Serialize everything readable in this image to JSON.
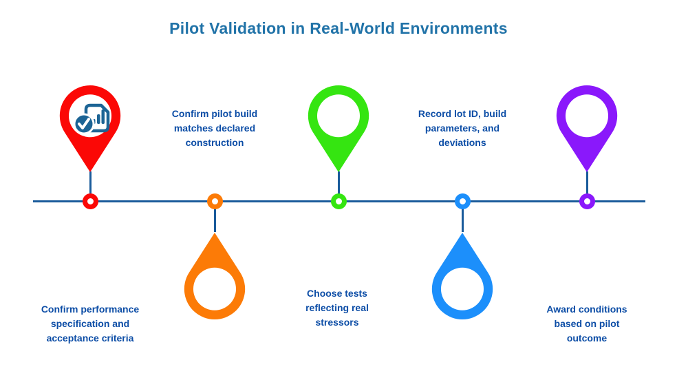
{
  "title": "Pilot Validation in Real-World Environments",
  "colors": {
    "title_text": "#2173A8",
    "label_text": "#0C4DA6",
    "timeline_line": "#1A5B9B",
    "icon_blue": "#1C6495"
  },
  "timeline": {
    "stations": [
      {
        "label": "Confirm performance specification and acceptance criteria",
        "pin_color": "#FB0806",
        "pin_side": "above-line",
        "label_side": "below-line",
        "icon": "document-chart-check-icon"
      },
      {
        "label": "Confirm pilot build matches declared construction",
        "pin_color": "#FC7B07",
        "pin_side": "below-line",
        "label_side": "above-line"
      },
      {
        "label": "Choose tests reflecting real stressors",
        "pin_color": "#35E511",
        "pin_side": "above-line",
        "label_side": "below-line"
      },
      {
        "label": "Record lot ID, build parameters, and deviations",
        "pin_color": "#1C8FFB",
        "pin_side": "below-line",
        "label_side": "above-line"
      },
      {
        "label": "Award conditions based on pilot outcome",
        "pin_color": "#8A18FB",
        "pin_side": "above-line",
        "label_side": "below-line"
      }
    ]
  }
}
